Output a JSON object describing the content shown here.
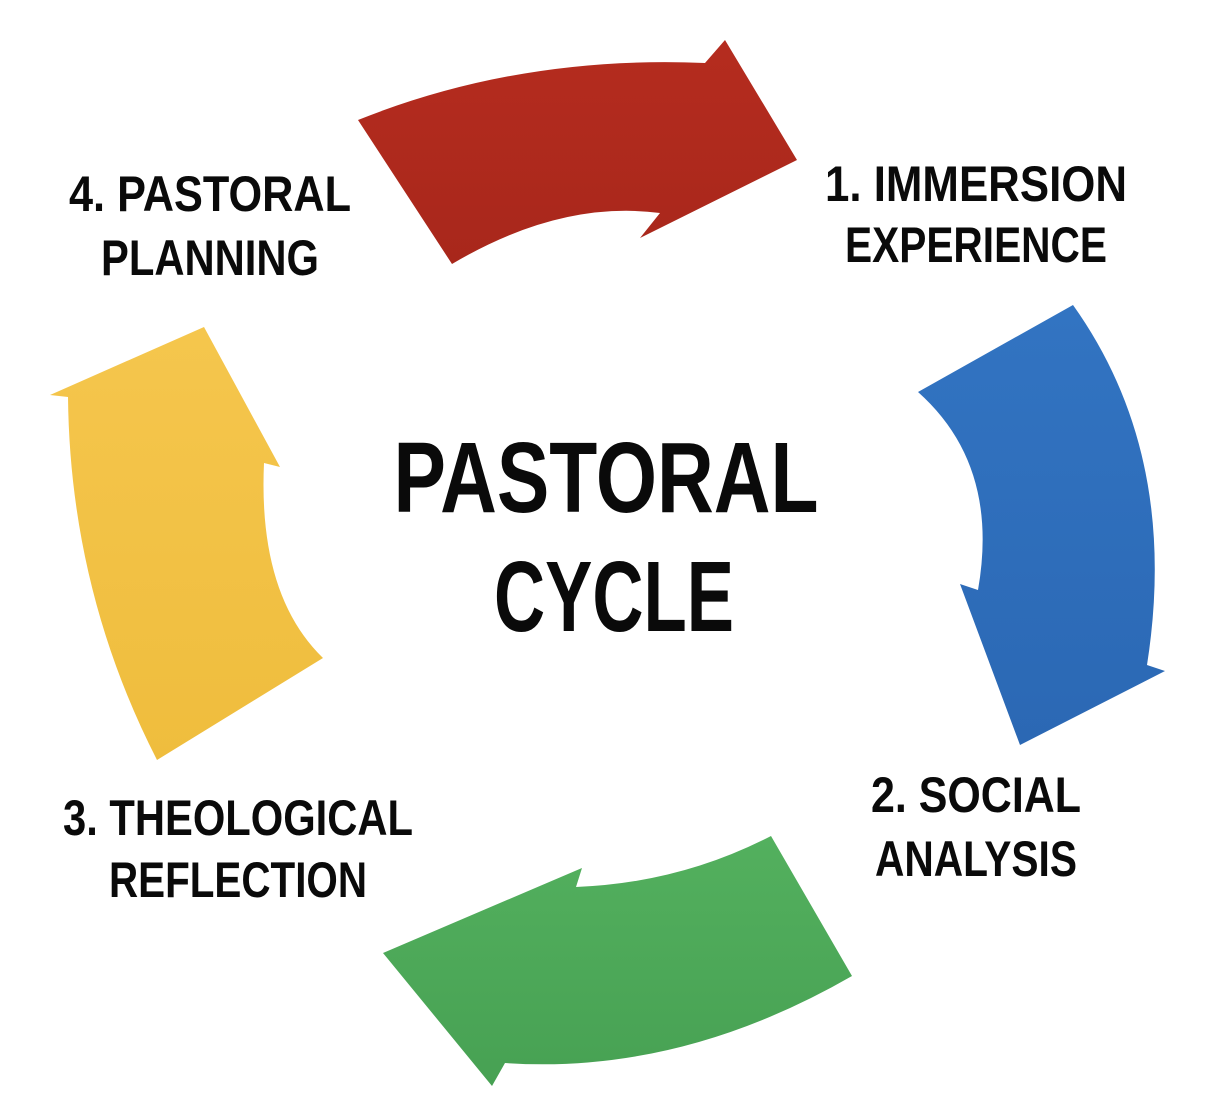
{
  "diagram": {
    "title_lines": [
      "PASTORAL",
      "CYCLE"
    ],
    "stages": [
      {
        "step": "1",
        "label_lines": [
          "1. IMMERSION",
          "EXPERIENCE"
        ],
        "arrow_color": "#2f6fbd"
      },
      {
        "step": "2",
        "label_lines": [
          "2. SOCIAL",
          "ANALYSIS"
        ],
        "arrow_color": "#4fab5b"
      },
      {
        "step": "3",
        "label_lines": [
          "3. THEOLOGICAL",
          "REFLECTION"
        ],
        "arrow_color": "#f3c244"
      },
      {
        "step": "4",
        "label_lines": [
          "4. PASTORAL",
          "PLANNING"
        ],
        "arrow_color": "#b02a1e"
      }
    ]
  }
}
